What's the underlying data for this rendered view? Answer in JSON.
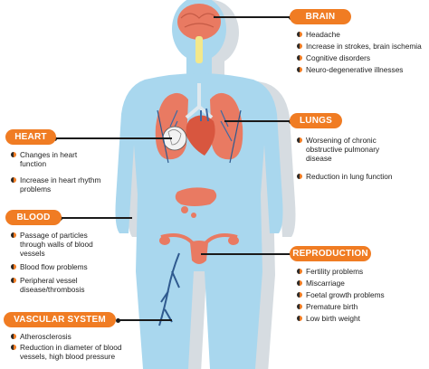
{
  "sections": {
    "brain": {
      "title": "BRAIN",
      "items": [
        "Headache",
        "Increase in strokes, brain ischemia",
        "Cognitive disorders",
        "Neuro-degenerative illnesses"
      ]
    },
    "heart": {
      "title": "HEART",
      "items": [
        "Changes in heart function",
        "Increase in heart rhythm problems"
      ]
    },
    "lungs": {
      "title": "LUNGS",
      "items": [
        "Worsening of chronic obstructive pulmonary disease",
        "Reduction in lung function"
      ]
    },
    "blood": {
      "title": "BLOOD",
      "items": [
        "Passage of particles through walls of blood vessels",
        "Blood flow problems",
        "Peripheral vessel disease/thrombosis"
      ]
    },
    "reproduction": {
      "title": "REPRODUCTION",
      "items": [
        "Fertility problems",
        "Miscarriage",
        "Foetal growth problems",
        "Premature birth",
        "Low birth weight"
      ]
    },
    "vascular": {
      "title": "VASCULAR SYSTEM",
      "items": [
        "Atherosclerosis",
        "Reduction in diameter of blood vessels, high blood pressure"
      ]
    }
  },
  "colors": {
    "accent": "#f07c23",
    "body": "#a9d7ee",
    "body_shadow": "#d3d9de",
    "organ": "#e97a62",
    "vessel": "#2f5a8f"
  }
}
